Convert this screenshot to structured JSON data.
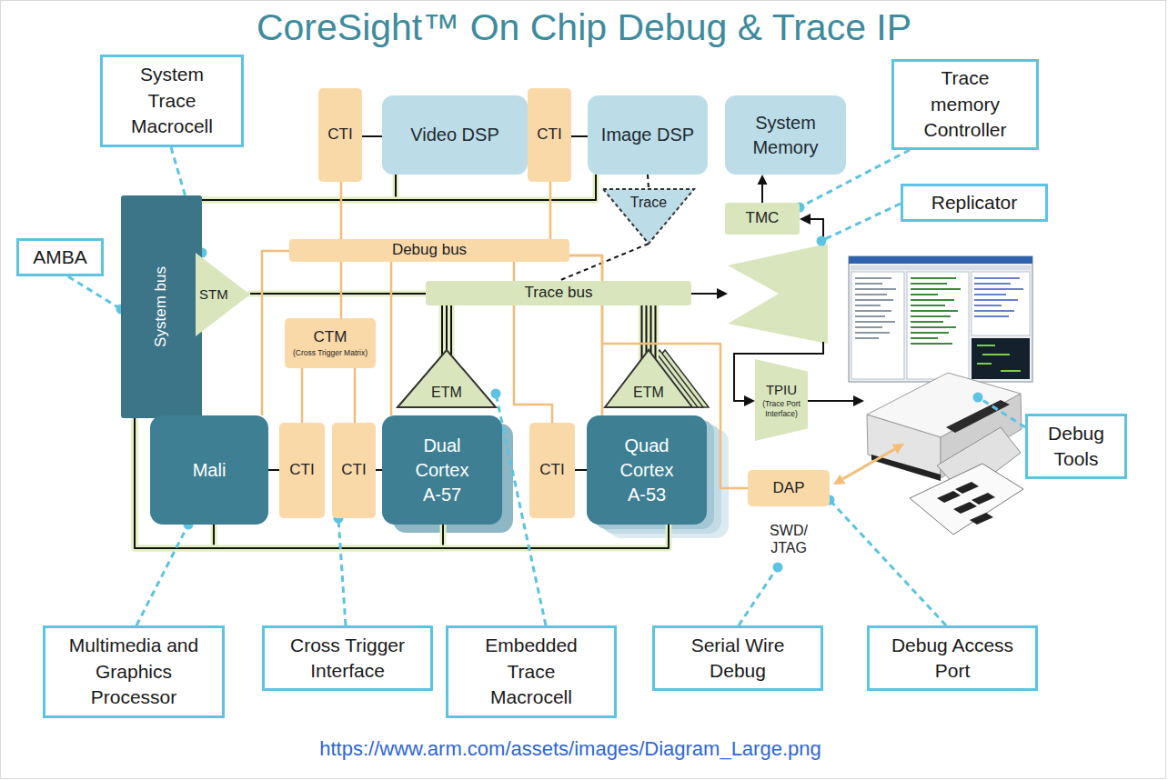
{
  "diagram": {
    "title": "CoreSight™ On Chip Debug & Trace IP",
    "caption": "https://www.arm.com/assets/images/Diagram_Large.png",
    "nodes": [
      {
        "text": [
          "System Trace Macrocell"
        ]
      },
      {
        "text": [
          "CTI"
        ]
      },
      {
        "text": [
          "Video DSP"
        ]
      },
      {
        "text": [
          "CTI"
        ]
      },
      {
        "text": [
          "Image DSP"
        ]
      },
      {
        "text": [
          "System Memory"
        ]
      },
      {
        "text": [
          "Trace memory Controller"
        ]
      },
      {
        "text": [
          "AMBA"
        ]
      },
      {
        "text": [
          "Trace"
        ]
      },
      {
        "text": [
          "TMC"
        ]
      },
      {
        "text": [
          "Replicator"
        ]
      },
      {
        "text": [
          "System bus"
        ]
      },
      {
        "text": [
          "Debug bus"
        ]
      },
      {
        "text": [
          "STM"
        ]
      },
      {
        "text": [
          "Trace bus"
        ]
      },
      {
        "text": [
          "CTM",
          "(Cross Trigger Matrix)"
        ]
      },
      {
        "text": [
          "ETM"
        ]
      },
      {
        "text": [
          "ETM"
        ]
      },
      {
        "text": [
          "TPIU",
          "(Trace Port Interface)"
        ]
      },
      {
        "text": [
          "Mali"
        ]
      },
      {
        "text": [
          "CTI"
        ]
      },
      {
        "text": [
          "CTI"
        ]
      },
      {
        "text": [
          "Dual Cortex A-57"
        ]
      },
      {
        "text": [
          "CTI"
        ]
      },
      {
        "text": [
          "Quad Cortex A-53"
        ]
      },
      {
        "text": [
          "DAP"
        ]
      },
      {
        "text": [
          "Debug Tools"
        ]
      },
      {
        "text": [
          "Multimedia and Graphics Processor"
        ]
      },
      {
        "text": [
          "Cross Trigger Interface"
        ]
      },
      {
        "text": [
          "Embedded Trace Macrocell"
        ]
      },
      {
        "text": [
          "Serial Wire Debug"
        ]
      },
      {
        "text": [
          "Debug Access Port"
        ]
      }
    ],
    "edges": [
      {
        "from": 1,
        "to": 2,
        "arrow": "none"
      },
      {
        "from": 3,
        "to": 4,
        "arrow": "none"
      },
      {
        "from": 4,
        "to": 8,
        "arrow": "none"
      },
      {
        "from": 8,
        "to": 14,
        "arrow": "none"
      },
      {
        "from": 9,
        "to": 5,
        "arrow": "to"
      },
      {
        "from": 11,
        "to": 13,
        "arrow": "to"
      },
      {
        "from": 2,
        "to": 11,
        "arrow": "none"
      },
      {
        "from": 4,
        "to": 11,
        "arrow": "none"
      },
      {
        "from": 13,
        "to": 14,
        "arrow": "none"
      },
      {
        "from": 16,
        "to": 14,
        "arrow": "none"
      },
      {
        "from": 17,
        "to": 14,
        "arrow": "none"
      },
      {
        "from": 1,
        "to": 12,
        "arrow": "none"
      },
      {
        "from": 3,
        "to": 12,
        "arrow": "none"
      },
      {
        "from": 12,
        "to": 15,
        "arrow": "none"
      },
      {
        "from": 15,
        "to": 20,
        "arrow": "none"
      },
      {
        "from": 15,
        "to": 21,
        "arrow": "none"
      },
      {
        "from": 12,
        "to": 19,
        "arrow": "none"
      },
      {
        "from": 12,
        "to": 22,
        "arrow": "none"
      },
      {
        "from": 12,
        "to": 24,
        "arrow": "none"
      },
      {
        "from": 12,
        "to": 25,
        "arrow": "none"
      },
      {
        "from": 19,
        "to": 20,
        "arrow": "none"
      },
      {
        "from": 21,
        "to": 22,
        "arrow": "none"
      },
      {
        "from": 23,
        "to": 24,
        "arrow": "none"
      },
      {
        "from": 19,
        "to": 11,
        "arrow": "none"
      },
      {
        "from": 22,
        "to": 11,
        "arrow": "none"
      },
      {
        "from": 24,
        "to": 11,
        "arrow": "none"
      },
      {
        "from": 12,
        "to": 23,
        "arrow": "none"
      },
      {
        "from": 0,
        "to": 13,
        "arrow": "none"
      },
      {
        "from": 7,
        "to": 11,
        "arrow": "none"
      },
      {
        "from": 6,
        "to": 9,
        "arrow": "none"
      },
      {
        "from": 27,
        "to": 19,
        "arrow": "none"
      },
      {
        "from": 28,
        "to": 21,
        "arrow": "none"
      },
      {
        "from": 29,
        "to": 16,
        "arrow": "none"
      },
      {
        "from": 31,
        "to": 25,
        "arrow": "none"
      }
    ],
    "labels": [
      "SWD/ JTAG"
    ]
  }
}
